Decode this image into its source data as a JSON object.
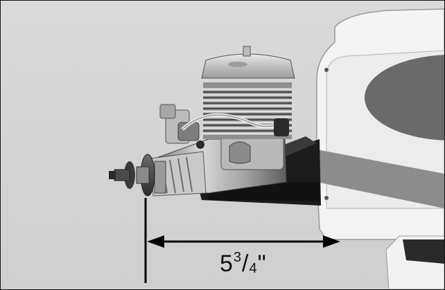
{
  "measurement": {
    "whole": "5",
    "numerator": "3",
    "slash": "/",
    "denominator": "4",
    "unit": "\""
  }
}
